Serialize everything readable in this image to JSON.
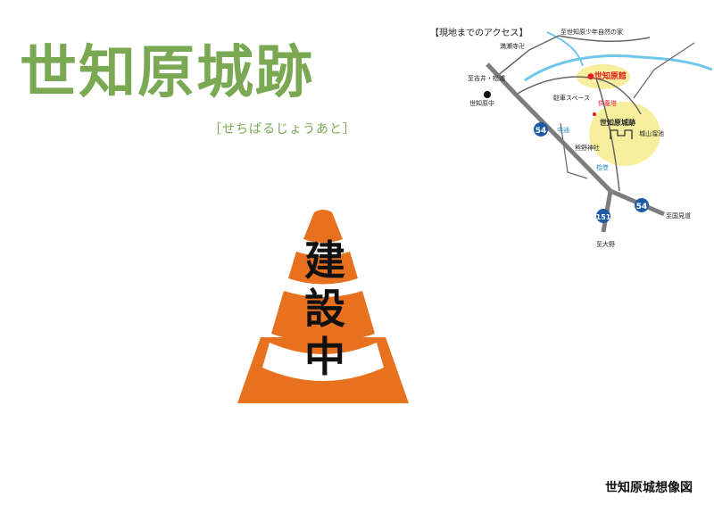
{
  "site": {
    "title": "世知原城跡",
    "reading": "［せちばるじょうあと］"
  },
  "construction": {
    "chars": [
      "建",
      "設",
      "中"
    ],
    "cone_color": "#e8711f"
  },
  "map": {
    "heading": "【現地までのアクセス】",
    "labels": {
      "to_youth_house": "至世知原少年自然の家",
      "to_yoshii_matsuura": "至吉井・松浦",
      "seichibaru_center": "世知原中",
      "mizusawa_temple": "満瀬寺卍",
      "hall": "●世知原館",
      "parking": "駐車スペース",
      "memorial_tower": "供養塔",
      "castle_ruins": "世知原城跡",
      "castle_pond": "城山溜池",
      "nakadori": "中通",
      "kumano_shrine": "熊野神社",
      "hinoki": "桧巻",
      "to_kunimi": "至国見道",
      "to_oono": "至大野"
    },
    "routes": [
      "54",
      "54",
      "151"
    ],
    "colors": {
      "river": "#6ec6ea",
      "highlight": "#f7ef9d",
      "hall_dot": "#e41d1d",
      "road": "#7d7d7d"
    }
  },
  "caption": "世知原城想像図"
}
